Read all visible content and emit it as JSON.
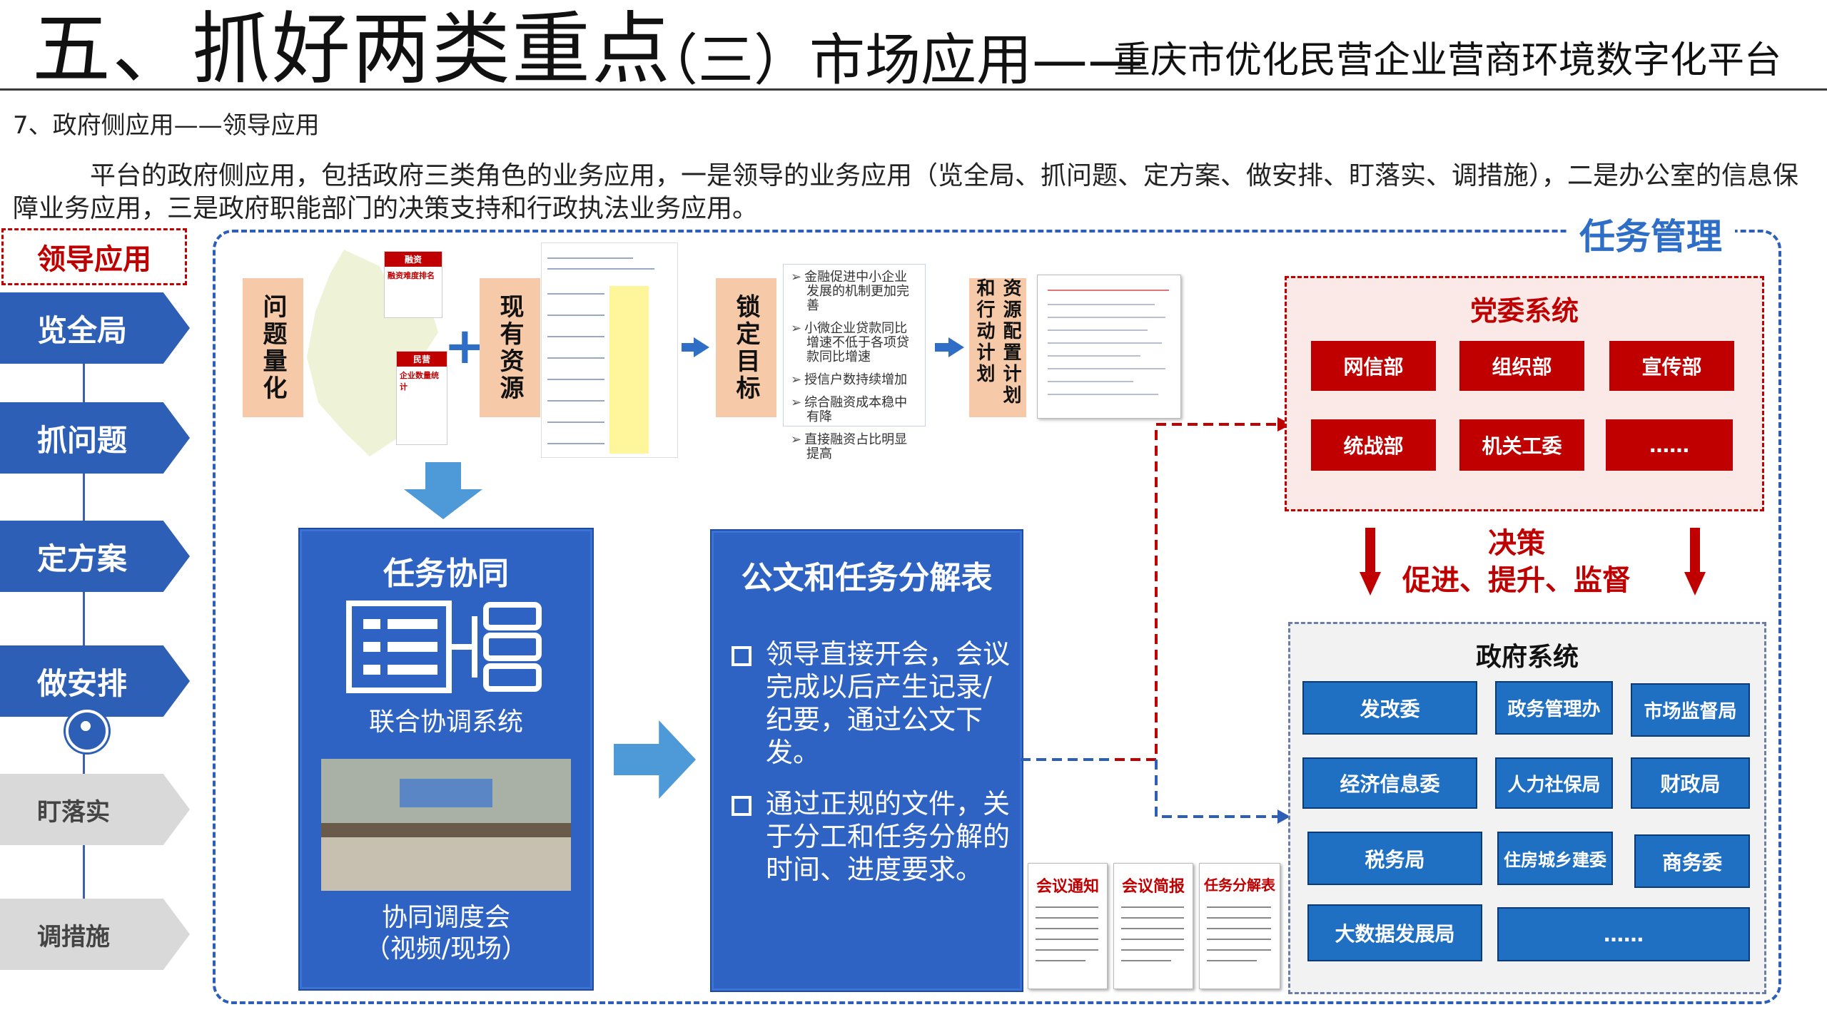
{
  "header": {
    "main_title": "五、抓好两类重点",
    "sub_title": "（三）市场应用——",
    "sub_title_2": "重庆市优化民营企业营商环境数字化平台"
  },
  "section": "7、政府侧应用——领导应用",
  "paragraph": "平台的政府侧应用，包括政府三类角色的业务应用，一是领导的业务应用（览全局、抓问题、定方案、做安排、盯落实、调措施），二是办公室的信息保障业务应用，三是政府职能部门的决策支持和行政执法业务应用。",
  "lead_label": "领导应用",
  "task_mgmt_label": "任务管理",
  "left_nav": [
    {
      "label": "览全局",
      "active": true
    },
    {
      "label": "抓问题",
      "active": true
    },
    {
      "label": "定方案",
      "active": true
    },
    {
      "label": "做安排",
      "active": true
    },
    {
      "label": "盯落实",
      "active": false
    },
    {
      "label": "调措施",
      "active": false
    }
  ],
  "flow": {
    "step1": "问题量化",
    "map_card1_title": "融资",
    "map_card1_line": "融资难度排名",
    "map_card2_title": "民营",
    "map_card2_line": "企业数量统计",
    "step2": "现有资源",
    "step3": "锁定目标",
    "targets": [
      "金融促进中小企业发展的机制更加完善",
      "小微企业贷款同比增速不低于各项贷款同比增速",
      "授信户数持续增加",
      "综合融资成本稳中有降",
      "直接融资占比明显提高"
    ],
    "step4": "资源配置计划和行动计划"
  },
  "coord_panel": {
    "title": "任务协同",
    "system": "联合协调系统",
    "meeting_1": "协同调度会",
    "meeting_2": "（视频/现场）"
  },
  "doc_panel": {
    "title": "公文和任务分解表",
    "bullets": [
      "领导直接开会，会议完成以后产生记录/纪要，通过公文下发。",
      "通过正规的文件，关于分工和任务分解的时间、进度要求。"
    ]
  },
  "doc_thumbs": [
    "会议通知",
    "会议简报",
    "任务分解表"
  ],
  "party": {
    "title": "党委系统",
    "items": [
      "网信部",
      "组织部",
      "宣传部",
      "统战部",
      "机关工委",
      "……"
    ]
  },
  "decision": {
    "line1": "决策",
    "line2": "促进、提升、监督"
  },
  "gov": {
    "title": "政府系统",
    "items": [
      "发改委",
      "政务管理办",
      "市场监督局",
      "经济信息委",
      "人力社保局",
      "财政局",
      "税务局",
      "住房城乡建委",
      "商务委",
      "大数据发展局",
      "……"
    ]
  },
  "colors": {
    "accent_blue": "#2e5fb7",
    "accent_red": "#c00000",
    "peach": "#f6c9a8"
  }
}
